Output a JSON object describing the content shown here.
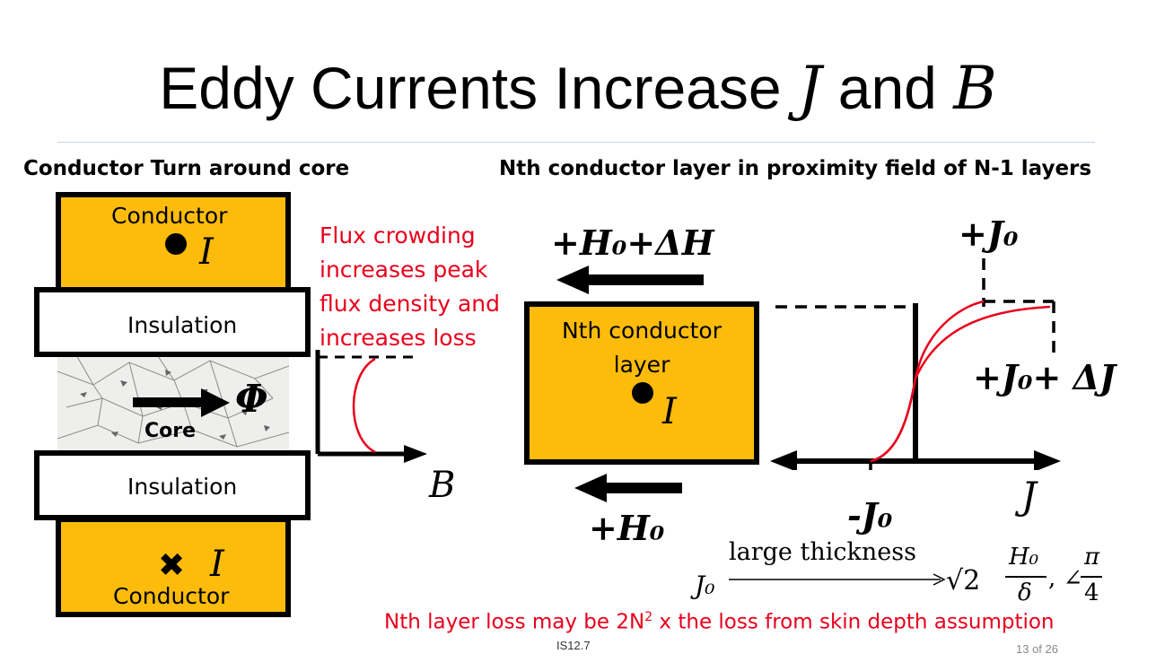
{
  "title": {
    "text": "Eddy Currents Increase ",
    "sym_j": "J",
    "and": " and ",
    "sym_b": "B"
  },
  "left_panel": {
    "heading": "Conductor Turn around core",
    "conductor_top": {
      "label": "Conductor",
      "current_symbol": "I",
      "marker": "dot"
    },
    "insulation_top": "Insulation",
    "core": {
      "label": "Core",
      "flux_symbol": "Φ"
    },
    "insulation_bottom": "Insulation",
    "conductor_bottom": {
      "label": "Conductor",
      "current_symbol": "I",
      "marker": "✖"
    },
    "annotation": [
      "Flux crowding",
      "increases peak",
      "flux density and",
      "increases loss"
    ],
    "axis_label": "B"
  },
  "right_panel": {
    "heading": "Nth conductor layer in proximity field of N-1 layers",
    "field_top": "+H₀+ΔH",
    "field_bottom": "+H₀",
    "layer_label": [
      "Nth conductor",
      "layer"
    ],
    "current_symbol": "I",
    "plot": {
      "top_label": "+J₀",
      "right_label": "+J₀+ ΔJ",
      "bottom_label": "-J₀",
      "axis_label": "J"
    },
    "formula": {
      "lhs": "J₀",
      "arrow_label": "large thickness",
      "sqrt": "√2",
      "fraction_num": "H₀",
      "fraction_den": "δ",
      "angle": ", ∠",
      "angle_num": "π",
      "angle_den": "4"
    }
  },
  "footer": {
    "note_before": "Nth layer loss may be 2N",
    "note_sup": "2",
    "note_after": " x the loss from skin depth assumption",
    "code": "IS12.7",
    "page": "13 of 26"
  },
  "colors": {
    "conductor": "#fdbc0c",
    "accent_red": "#e8001c",
    "rule": "#c9d3e0"
  }
}
